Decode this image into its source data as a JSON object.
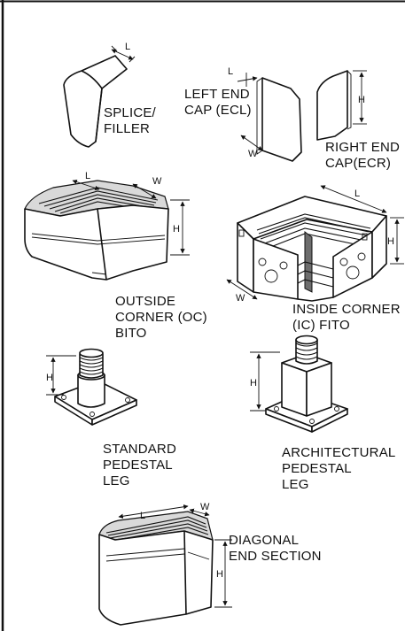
{
  "components": {
    "splice_filler": {
      "line1": "SPLICE/",
      "line2": "FILLER",
      "dims": [
        "L"
      ]
    },
    "left_end_cap": {
      "line1": "LEFT END",
      "line2": "CAP (ECL)",
      "dims": [
        "L",
        "W",
        "H"
      ]
    },
    "right_end_cap": {
      "line1": "RIGHT END",
      "line2": "CAP(ECR)"
    },
    "outside_corner": {
      "line1": "OUTSIDE",
      "line2": "CORNER (OC)",
      "line3": "BITO",
      "dims": [
        "L",
        "W",
        "H"
      ]
    },
    "inside_corner": {
      "line1": "INSIDE CORNER",
      "line2": "(IC) FITO",
      "dims": [
        "L",
        "H",
        "W"
      ]
    },
    "standard_pedestal": {
      "line1": "STANDARD",
      "line2": "PEDESTAL",
      "line3": "LEG",
      "dims": [
        "H"
      ]
    },
    "architectural_pedestal": {
      "line1": "ARCHITECTURAL",
      "line2": "PEDESTAL",
      "line3": "LEG",
      "dims": [
        "H"
      ]
    },
    "diagonal_end": {
      "line1": "DIAGONAL",
      "line2": "END SECTION",
      "dims": [
        "L",
        "W",
        "H"
      ]
    }
  }
}
